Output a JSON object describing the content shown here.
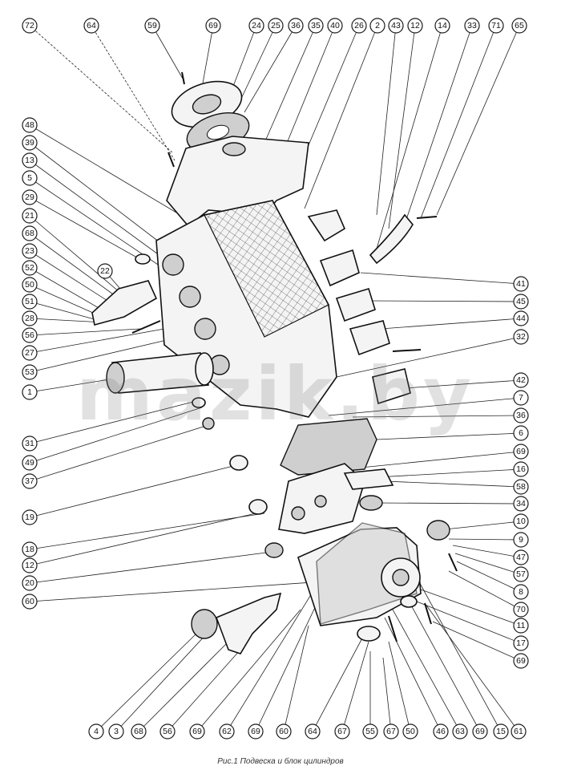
{
  "caption": "Рис.1 Подвеска и блок цилиндров",
  "watermark": "mazik.by",
  "callouts": {
    "top": [
      "72",
      "64",
      "59",
      "69",
      "24",
      "25",
      "36",
      "35",
      "40",
      "26",
      "2",
      "43",
      "12",
      "14",
      "33",
      "71",
      "65"
    ],
    "left": [
      "48",
      "39",
      "13",
      "5",
      "29",
      "21",
      "68",
      "23",
      "52",
      "50",
      "51",
      "28",
      "56",
      "27",
      "53",
      "1",
      "31",
      "49",
      "37",
      "19",
      "18",
      "12",
      "20",
      "60"
    ],
    "inner": [
      "22"
    ],
    "right": [
      "41",
      "45",
      "44",
      "32",
      "42",
      "7",
      "36",
      "6",
      "69",
      "16",
      "58",
      "34",
      "10",
      "9",
      "47",
      "57",
      "8",
      "70",
      "11",
      "17",
      "69"
    ],
    "bottom": [
      "4",
      "3",
      "68",
      "56",
      "69",
      "62",
      "69",
      "60",
      "64",
      "67",
      "55",
      "67",
      "50",
      "46",
      "63",
      "69",
      "15",
      "61"
    ]
  }
}
